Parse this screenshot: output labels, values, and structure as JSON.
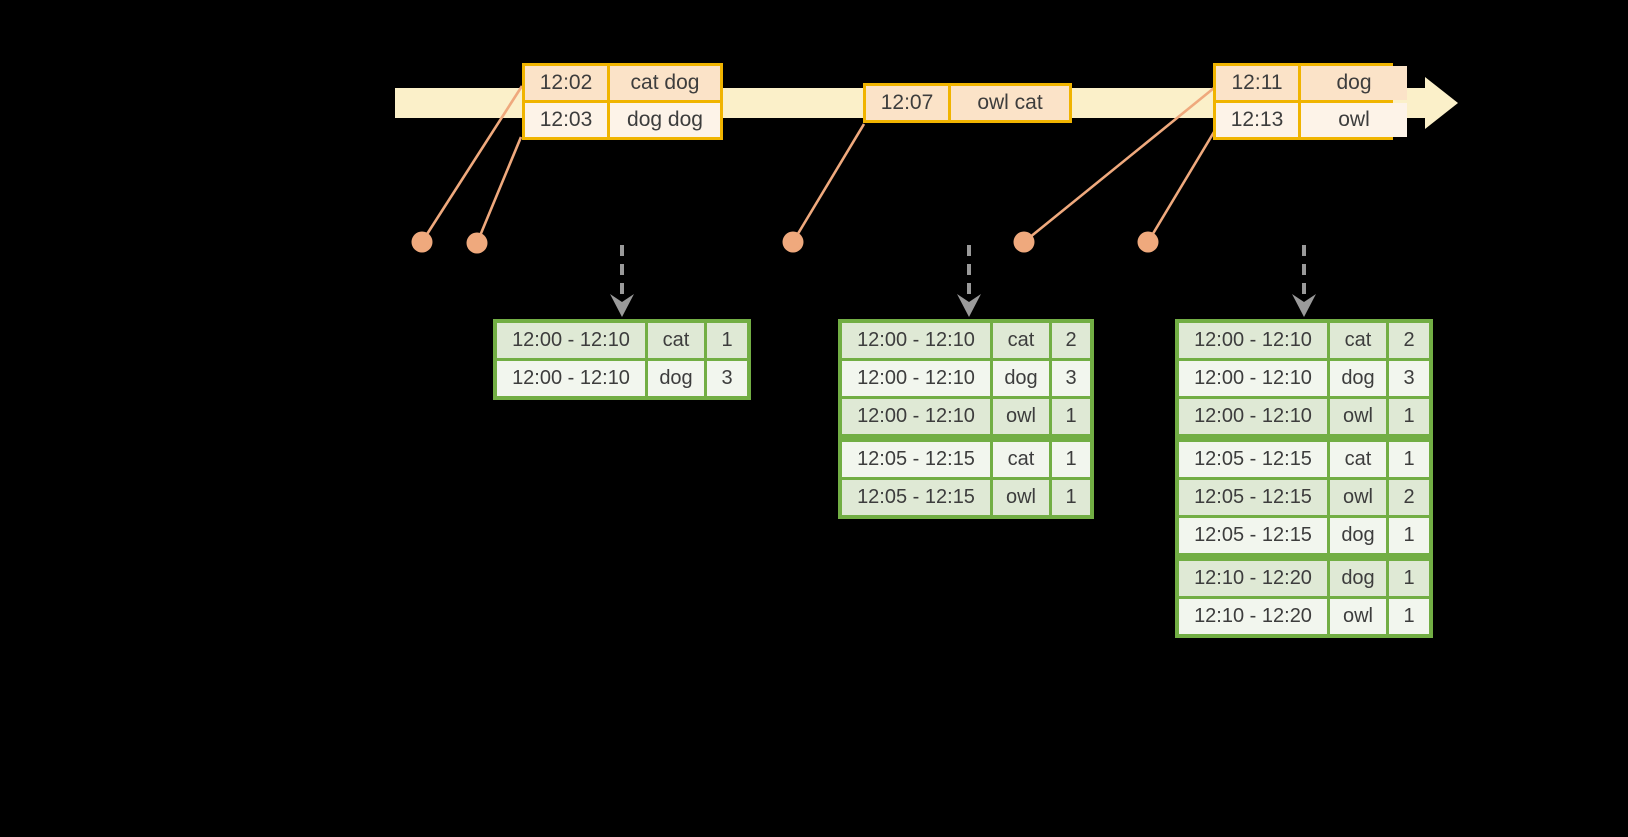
{
  "palette": {
    "background": "#000000",
    "timeline_band": "#fbf0c9",
    "event_table_border": "#f0b400",
    "event_row_dark": "#fbe3c8",
    "event_row_light": "#fdf3e8",
    "event_dot_orange": "#efa97d",
    "result_table_border": "#72ae44",
    "result_row_dark": "#dfe9d5",
    "result_row_light": "#f2f6ee",
    "trigger_arrow_gray": "#9a9a9a",
    "text": "#3d3d3d"
  },
  "event_tables": [
    {
      "rows": [
        {
          "time": "12:02",
          "words": "cat dog"
        },
        {
          "time": "12:03",
          "words": "dog dog"
        }
      ]
    },
    {
      "rows": [
        {
          "time": "12:07",
          "words": "owl cat"
        }
      ]
    },
    {
      "rows": [
        {
          "time": "12:11",
          "words": "dog"
        },
        {
          "time": "12:13",
          "words": "owl"
        }
      ]
    }
  ],
  "result_tables": [
    {
      "rows": [
        {
          "window": "12:00 - 12:10",
          "word": "cat",
          "count": 1
        },
        {
          "window": "12:00 - 12:10",
          "word": "dog",
          "count": 3
        }
      ]
    },
    {
      "rows": [
        {
          "window": "12:00 - 12:10",
          "word": "cat",
          "count": 2
        },
        {
          "window": "12:00 - 12:10",
          "word": "dog",
          "count": 3
        },
        {
          "window": "12:00 - 12:10",
          "word": "owl",
          "count": 1
        },
        {
          "window": "12:05 - 12:15",
          "word": "cat",
          "count": 1
        },
        {
          "window": "12:05 - 12:15",
          "word": "owl",
          "count": 1
        }
      ]
    },
    {
      "rows": [
        {
          "window": "12:00 - 12:10",
          "word": "cat",
          "count": 2
        },
        {
          "window": "12:00 - 12:10",
          "word": "dog",
          "count": 3
        },
        {
          "window": "12:00 - 12:10",
          "word": "owl",
          "count": 1
        },
        {
          "window": "12:05 - 12:15",
          "word": "cat",
          "count": 1
        },
        {
          "window": "12:05 - 12:15",
          "word": "owl",
          "count": 2
        },
        {
          "window": "12:05 - 12:15",
          "word": "dog",
          "count": 1
        },
        {
          "window": "12:10 - 12:20",
          "word": "dog",
          "count": 1
        },
        {
          "window": "12:10 - 12:20",
          "word": "owl",
          "count": 1
        }
      ]
    }
  ],
  "icons": {
    "timeline_arrow": "arrow-right",
    "trigger_arrow": "dashed-arrow-down",
    "event_marker": "dot"
  }
}
